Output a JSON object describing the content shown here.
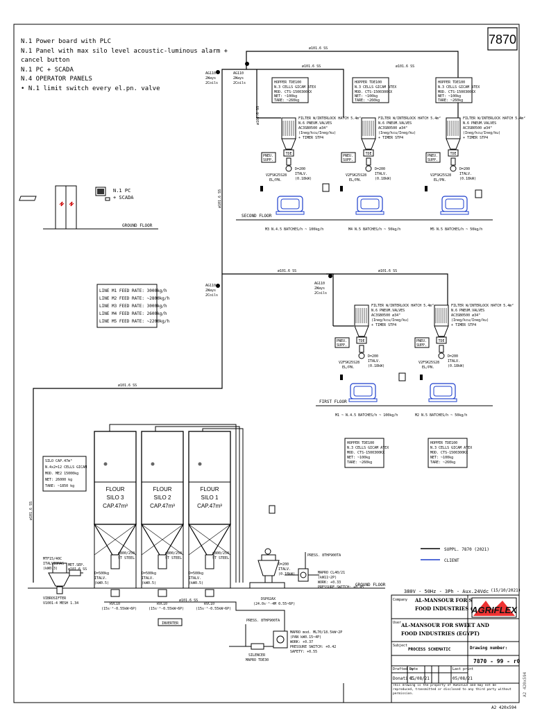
{
  "sheet_number": "7870",
  "notes": [
    "N.1 Power board with PLC",
    "N.1 Panel with max silo level acoustic-luminous alarm +",
    "cancel button",
    "N.1 PC + SCADA",
    "N.4 OPERATOR PANELS",
    "• N.1 limit switch every el.pn. valve"
  ],
  "pc_label": [
    "N.1 PC",
    "+ SCADA"
  ],
  "ground_floor": "GROUND FLOOR",
  "second_floor": "SECOND FLOOR",
  "first_floor": "FIRST FLOOR",
  "pipe_label": "ø101.6 SS",
  "ag_label": [
    "AG110",
    "2Ways",
    "2Coils"
  ],
  "hopper": {
    "title": "HOPPER TDE100",
    "lines": [
      "N.3 CELLS GICAM ATEX",
      "MOD. CTS-1500300KX",
      "NET: ~100kg",
      "TARE: ~260kg"
    ]
  },
  "filter": {
    "lines": [
      "FILTER W/INTERLOCK HATCH 5.4m²",
      "N.6 PNEUM.VALVES",
      "AC3SB0500 ø34\"",
      "(Ineg/kcu/Ineg/ku)",
      "+ TIMER STP4"
    ]
  },
  "tde_label": "TDE",
  "pneu_label": [
    "PNEU.",
    "SUPP."
  ],
  "valve_label": [
    "V2FSK25S28",
    "EL/PN."
  ],
  "rotary_label": [
    "D=200",
    "ITALV.",
    "(0.18kW)"
  ],
  "second_floor_batches": [
    "M3 N.4.5 BATCHES/h ~ 100kg/h",
    "M4 N.5 BATCHES/h ~ 50kg/h",
    "M5 N.5 BATCHES/h ~ 50kg/h"
  ],
  "first_floor_batches": [
    "M1 ~ N.4.5 BATCHES/h ~ 100kg/h",
    "M2 N.5 BATCHES/h ~ 50kg/h"
  ],
  "feed_rates": [
    "LINE M1 FEED RATE: 3000kg/h",
    "LINE M2 FEED RATE: ~2800kg/h",
    "LINE M3 FEED RATE: 3000kg/h",
    "LINE M4 FEED RATE: 2600kg/h",
    "LINE M5 FEED RATE: ~2200kg/h"
  ],
  "silo_info": [
    "SILO CAP.47m³",
    "N.4x2=12 CELLS GICAM",
    "MOD. ME2 15000kg",
    "NET: 26000 kg",
    "TARE: ~1850 kg"
  ],
  "silos": [
    {
      "name": "FLOUR",
      "number": "SILO 3",
      "cap": "CAP.47m³"
    },
    {
      "name": "FLOUR",
      "number": "SILO 2",
      "cap": "CAP.47m³"
    },
    {
      "name": "FLOUR",
      "number": "SILO 1",
      "cap": "CAP.47m³"
    }
  ],
  "silo_valve": [
    "ø800/250",
    "ST STEEL"
  ],
  "silo_rotary": [
    "D=500kg",
    "ITALV.",
    "(kW0.5)"
  ],
  "screw_label": [
    "RVC10",
    "(15s⁻¹-0.55kW~6P)"
  ],
  "dispenser": [
    "DSP02AX",
    "(24.0s⁻¹-4M 0.55~6P)"
  ],
  "dispenser_valve": [
    "D=200",
    "ITALV.",
    "(0.18kW)"
  ],
  "vibrosifter": [
    "VIBROSIFTER",
    "V1001-4 MESH 1.34"
  ],
  "vibro_top": [
    "MTF15/40C",
    "ITALVIBRAS",
    "(kW0.3)"
  ],
  "vibro_side": [
    "MET.SEP.",
    "ø101.6 SS"
  ],
  "press_label": "PRESS. 8THP900TA",
  "mapro_side": [
    "MAPRO CL40/21",
    "(kW11~2P)",
    "WORK: +0.33",
    "PRESSURE SWITCH: +0.45"
  ],
  "mapro_bottom": [
    "MAPRO mod. ML70/18.5kW~2P",
    "(PAN kW0.15~4P)",
    "WORK: +0.37",
    "PRESSURE SWITCH: +0.42",
    "SAFETY: +0.55"
  ],
  "silencer": [
    "SILENCER",
    "MAPRO TDE30"
  ],
  "inverter": "INVERTER",
  "legend": [
    {
      "label": "SUPPL. 7870 (2021)",
      "color": "#000000"
    },
    {
      "label": "CLIENT",
      "color": "#1a3ccc"
    }
  ],
  "electrical": "380V - 50Hz - 3Ph - Aux.24Vdc",
  "title_date": "(15/10/2021)",
  "company_label": "Company",
  "company": [
    "AL-MANSOUR FOR SWEET AND",
    "FOOD INDUSTRIES (EGYPT)"
  ],
  "user_label": "User",
  "user": [
    "AL-MANSOUR FOR SWEET AND",
    "FOOD INDUSTRIES (EGYPT)"
  ],
  "subject_label": "Subject",
  "subject": "PROCESS SCHEMATIC",
  "logo": "AGRIFLEX",
  "drawing_number_label": "Drawing number:",
  "drawing_number": "7870 - 99 - r0",
  "drawn_by_label": "Drafted by",
  "drawn_by": "Donati C.",
  "date_label": "Date",
  "date": "05/08/21",
  "last_print_label": "Last print",
  "last_print": "05/08/21",
  "disclaimer": "This drawing is the property of AGRIFLEX and may not be reproduced, transmitted or disclosed to any third party without permission.",
  "paper_size": "A2  420x594"
}
